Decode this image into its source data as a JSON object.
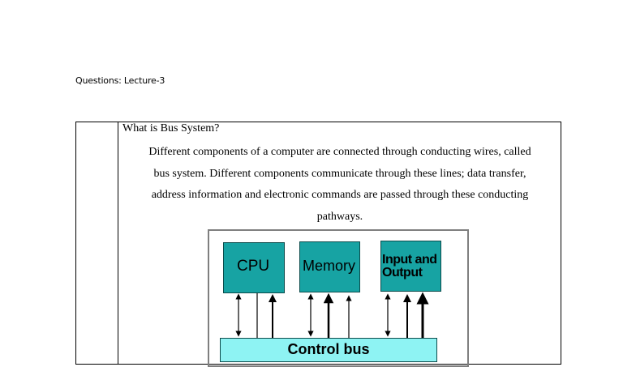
{
  "document": {
    "heading": "Questions: Lecture-3",
    "question": "What is Bus System?",
    "answer_lines": [
      "Different components of a computer are connected through conducting wires, called",
      "bus system. Different components communicate through these lines; data transfer,",
      "address information and electronic commands are passed through these conducting",
      "pathways."
    ]
  },
  "diagram": {
    "cpu_label": "CPU",
    "memory_label": "Memory",
    "io_label_line1": "Input and",
    "io_label_line2": "Output",
    "bus_label": "Control bus",
    "colors": {
      "box_fill": "#17a3a3",
      "bus_fill": "#8ef3f3",
      "frame": "#7f7f7f"
    }
  }
}
